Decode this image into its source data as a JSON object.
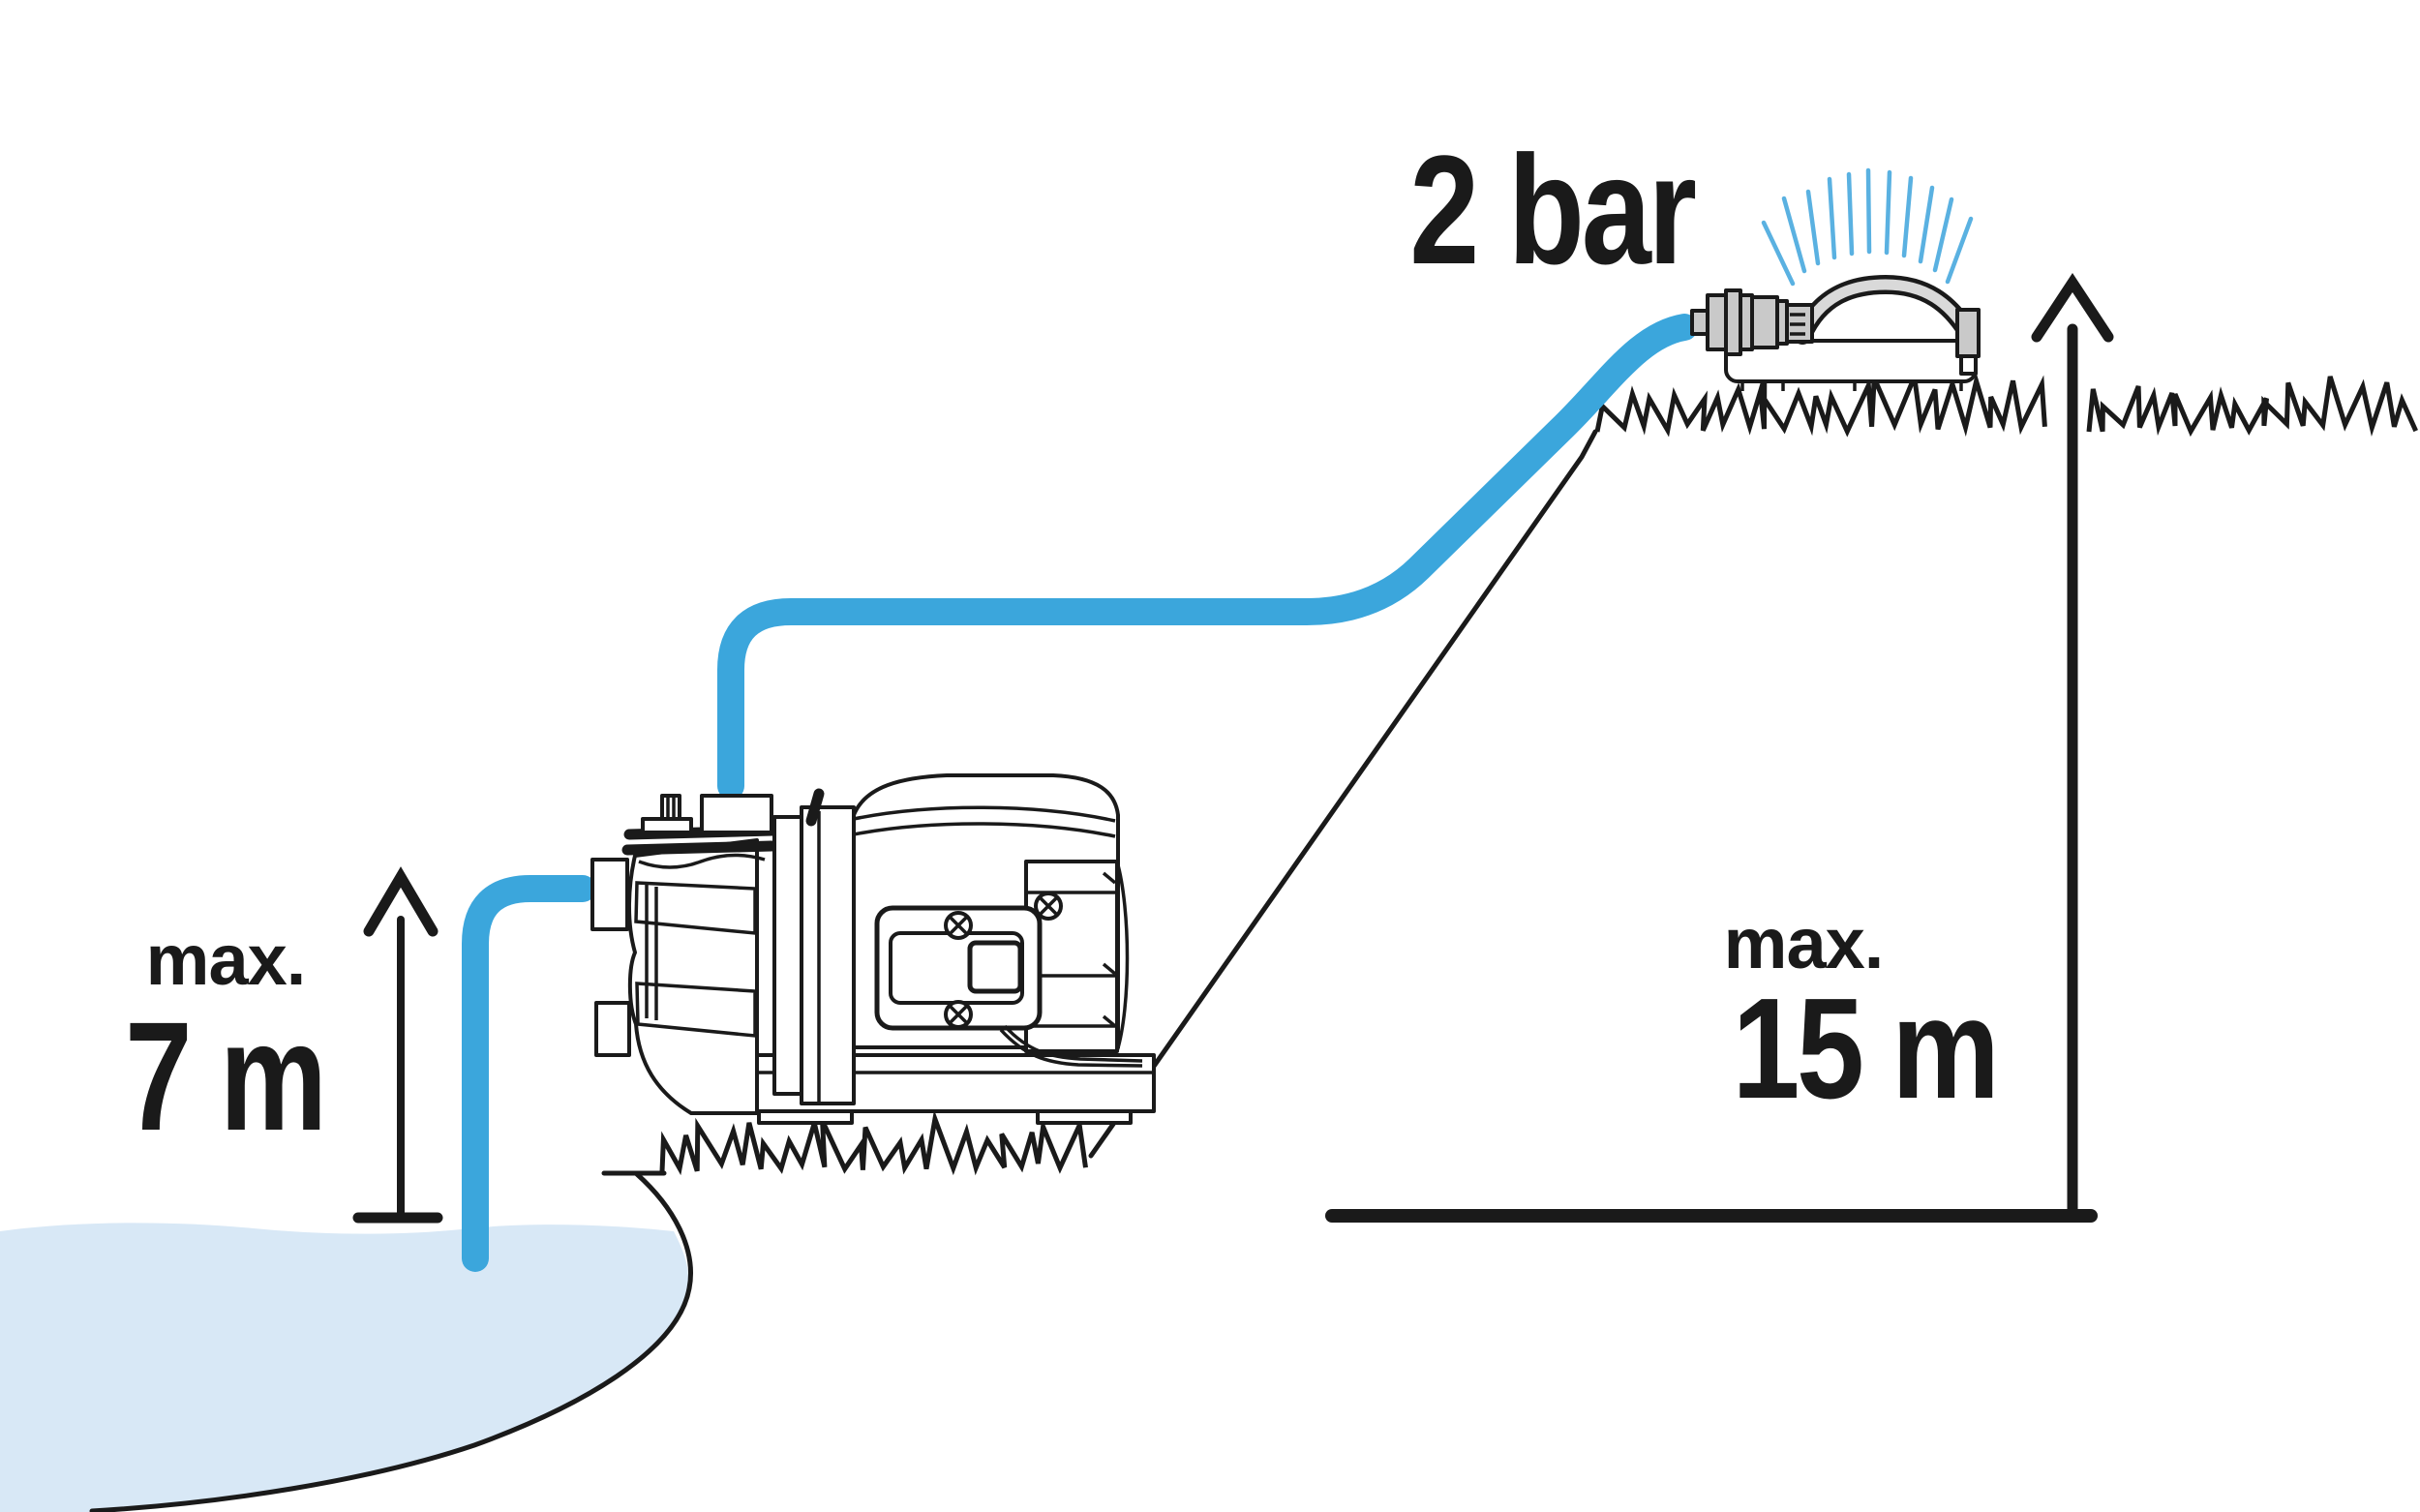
{
  "labels": {
    "pressure": "2 bar",
    "suction": {
      "prefix": "max.",
      "value": "7 m"
    },
    "delivery": {
      "prefix": "max.",
      "value": "15 m"
    }
  },
  "colors": {
    "bg": "#ffffff",
    "ink": "#1a1a1a",
    "hose": "#3ba6dc",
    "spray": "#5ab1e1",
    "water": "#d8e8f6",
    "metal": "#c9c9c9",
    "metal_light": "#d9d9d9"
  }
}
